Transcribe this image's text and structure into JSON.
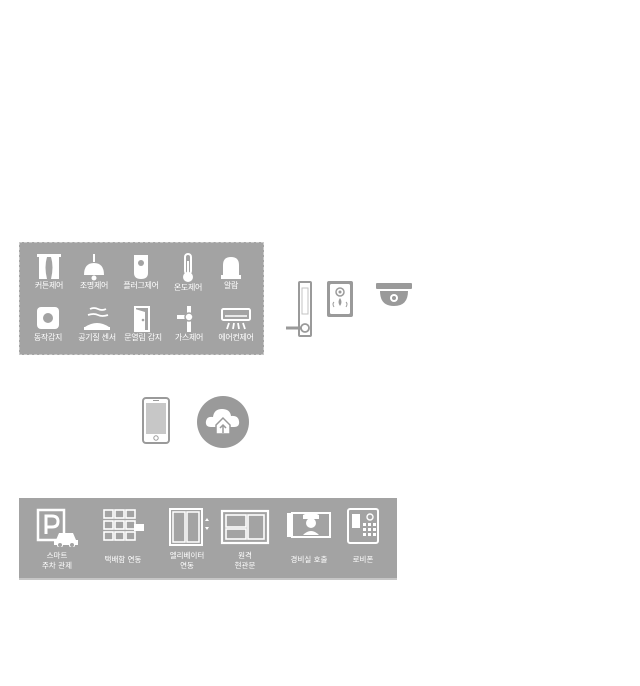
{
  "iot_devices": {
    "row1": [
      {
        "name": "curtain",
        "label": "커튼제어",
        "icon": "curtain-icon"
      },
      {
        "name": "lighting",
        "label": "조명제어",
        "icon": "ceiling-lamp-icon"
      },
      {
        "name": "plug",
        "label": "플러그제어",
        "icon": "smart-plug-icon"
      },
      {
        "name": "thermostat",
        "label": "온도제어",
        "icon": "thermometer-icon"
      },
      {
        "name": "alarm",
        "label": "알람",
        "icon": "alarm-light-icon"
      }
    ],
    "row2": [
      {
        "name": "motion",
        "label": "동작감지",
        "icon": "motion-sensor-icon"
      },
      {
        "name": "air-quality",
        "label": "공기질 센서",
        "icon": "air-quality-icon"
      },
      {
        "name": "door",
        "label": "문열림 감지",
        "icon": "door-sensor-icon"
      },
      {
        "name": "gas",
        "label": "가스제어",
        "icon": "gas-valve-icon"
      },
      {
        "name": "aircon",
        "label": "에어컨제어",
        "icon": "air-conditioner-icon"
      }
    ]
  },
  "security_devices": [
    {
      "name": "door-lock",
      "icon": "door-lock-icon"
    },
    {
      "name": "video-doorbell",
      "icon": "video-doorbell-icon"
    },
    {
      "name": "cctv",
      "icon": "dome-camera-icon"
    }
  ],
  "connectivity": [
    {
      "name": "smartphone",
      "icon": "smartphone-icon"
    },
    {
      "name": "cloud-home",
      "icon": "cloud-home-icon"
    }
  ],
  "building_services": [
    {
      "name": "parking",
      "label_lines": [
        "스마트",
        "주차 관제"
      ],
      "icon": "parking-icon"
    },
    {
      "name": "parcel-locker",
      "label_lines": [
        "택배함 연동"
      ],
      "icon": "parcel-locker-icon"
    },
    {
      "name": "elevator",
      "label_lines": [
        "엘리베이터",
        "연동"
      ],
      "icon": "elevator-icon"
    },
    {
      "name": "energy-monitor",
      "label_lines": [
        "원격",
        "현관문"
      ],
      "icon": "energy-monitor-icon"
    },
    {
      "name": "guard-call",
      "label_lines": [
        "경비실 호출"
      ],
      "icon": "security-guard-icon"
    },
    {
      "name": "intercom",
      "label_lines": [
        "로비폰"
      ],
      "icon": "lobby-phone-icon"
    }
  ],
  "colors": {
    "panel": "#a3a3a3",
    "icon_dark": "#9a9a9a",
    "icon_light": "#ffffff"
  }
}
